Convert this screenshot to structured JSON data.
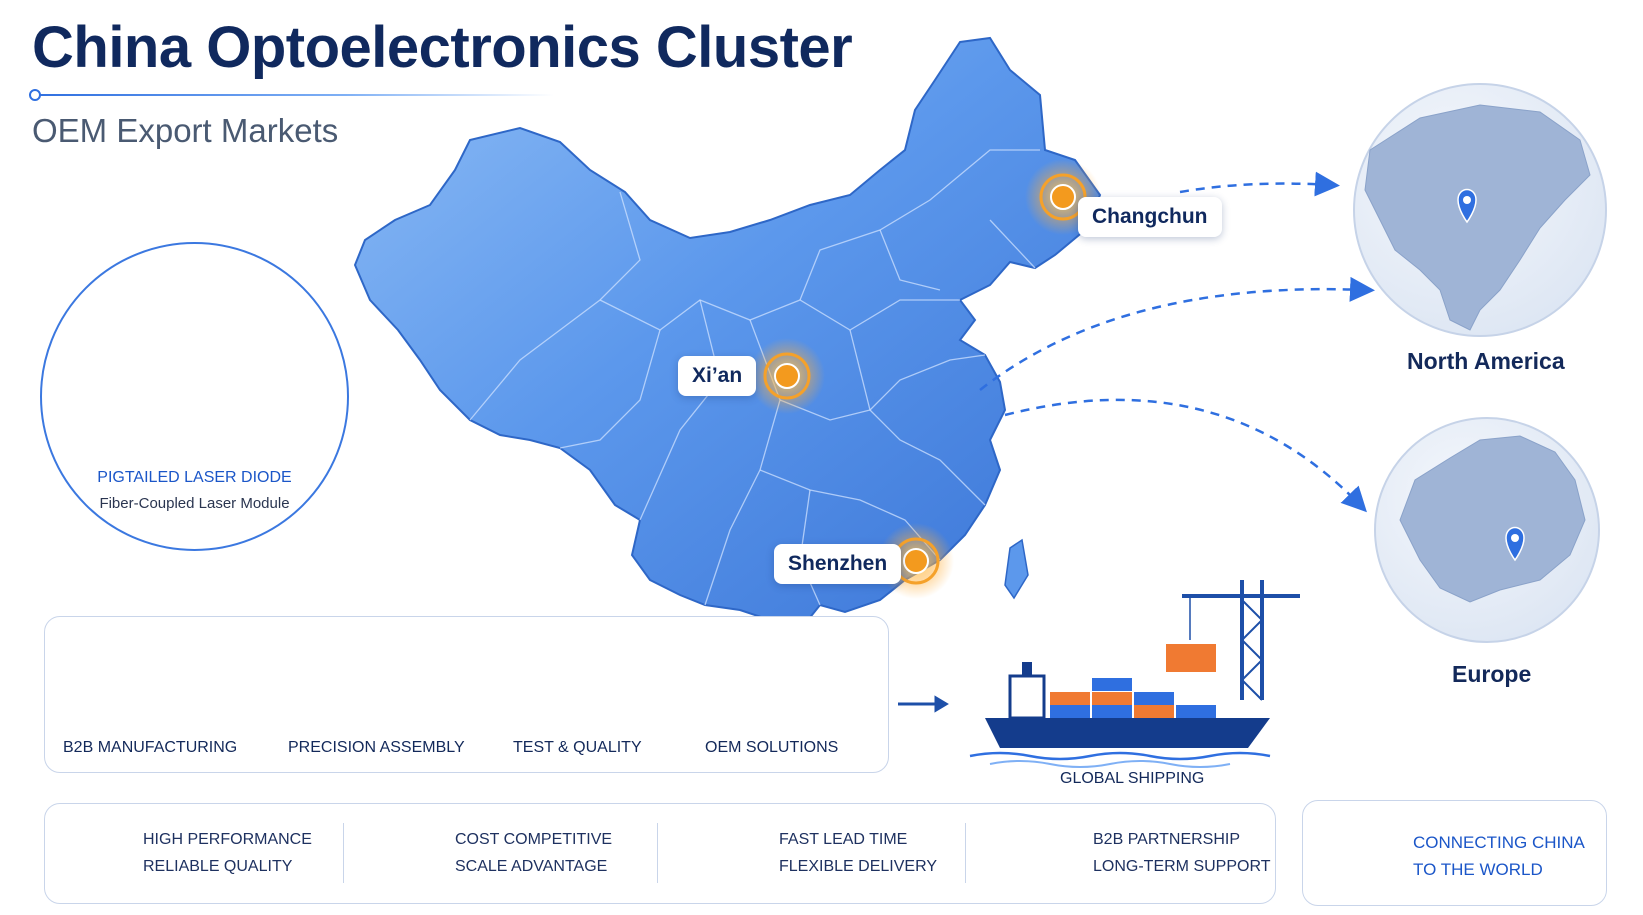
{
  "header": {
    "title": "China Optoelectronics Cluster",
    "subtitle": "OEM Export Markets"
  },
  "cities": [
    {
      "name": "Changchun"
    },
    {
      "name": "Xi’an"
    },
    {
      "name": "Shenzhen"
    }
  ],
  "regions": {
    "north_america": "North America",
    "europe": "Europe"
  },
  "product": {
    "title": "PIGTAILED LASER DIODE",
    "subtitle": "Fiber-Coupled Laser Module"
  },
  "process_steps": [
    {
      "label": "B2B MANUFACTURING",
      "icon": "factory-icon"
    },
    {
      "label": "PRECISION ASSEMBLY",
      "icon": "gear-wrench-icon"
    },
    {
      "label": "TEST & QUALITY",
      "icon": "monitor-check-icon"
    },
    {
      "label": "OEM SOLUTIONS",
      "icon": "package-box-icon"
    }
  ],
  "shipping": {
    "label": "GLOBAL SHIPPING",
    "icon": "cargo-ship-icon"
  },
  "features": [
    {
      "line1": "HIGH PERFORMANCE",
      "line2": "RELIABLE QUALITY",
      "icon": "target-icon"
    },
    {
      "line1": "COST COMPETITIVE",
      "line2": "SCALE ADVANTAGE",
      "icon": "shield-check-icon"
    },
    {
      "line1": "FAST LEAD TIME",
      "line2": "FLEXIBLE DELIVERY",
      "icon": "clock-speed-icon"
    },
    {
      "line1": "B2B PARTNERSHIP",
      "line2": "LONG-TERM SUPPORT",
      "icon": "people-icon"
    }
  ],
  "connect": {
    "line1": "CONNECTING CHINA",
    "line2": "TO THE WORLD",
    "icon": "globe-icon"
  },
  "colors": {
    "navy": "#10295e",
    "accent_blue": "#2f6fe0",
    "map_blue": "#4f8de8",
    "marker_orange": "#f39a1e",
    "container_orange": "#f07a32"
  }
}
